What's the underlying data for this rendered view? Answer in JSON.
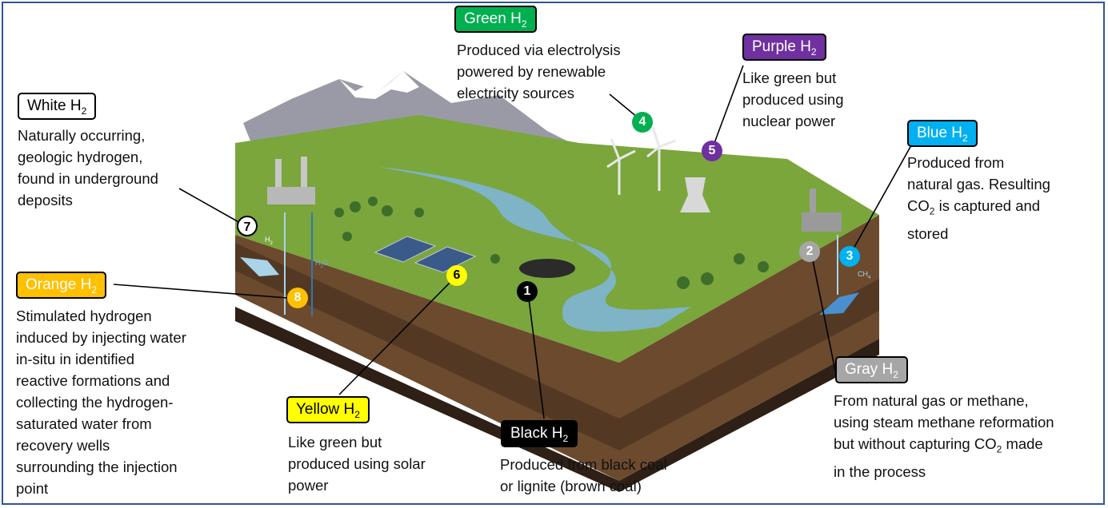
{
  "colors": {
    "white": "#ffffff",
    "green": "#00b050",
    "purple": "#7030a0",
    "blue": "#00b0f0",
    "orange": "#ffc000",
    "yellow": "#ffff00",
    "black": "#000000",
    "gray": "#a6a6a6"
  },
  "types": {
    "white": {
      "label": "White H",
      "sub": "2",
      "desc": [
        "Naturally occurring,",
        "geologic hydrogen,",
        "found in underground",
        "deposits"
      ],
      "number": "7"
    },
    "green": {
      "label": "Green H",
      "sub": "2",
      "desc": [
        "Produced via electrolysis",
        "powered by renewable",
        "electricity sources"
      ],
      "number": "4"
    },
    "purple": {
      "label": "Purple H",
      "sub": "2",
      "desc": [
        "Like green but",
        "produced using",
        "nuclear power"
      ],
      "number": "5"
    },
    "blue": {
      "label": "Blue H",
      "sub": "2",
      "desc": [
        "Produced from",
        "natural gas. Resulting",
        "is captured and",
        "stored"
      ],
      "desc_co2": "CO",
      "desc_co2_sub": "2",
      "number": "3"
    },
    "orange": {
      "label": "Orange H",
      "sub": "2",
      "desc": [
        "Stimulated hydrogen",
        "induced by injecting water",
        "in-situ in identified",
        "reactive formations and",
        "collecting the hydrogen-",
        "saturated water from",
        "recovery wells",
        "surrounding the injection",
        "point"
      ],
      "number": "8"
    },
    "yellow": {
      "label": "Yellow H",
      "sub": "2",
      "desc": [
        "Like green but",
        "produced using solar",
        "power"
      ],
      "number": "6"
    },
    "black": {
      "label": "Black H",
      "sub": "2",
      "desc": [
        "Produced from black coal",
        "or lignite (brown coal)"
      ],
      "number": "1"
    },
    "gray": {
      "label": "Gray H",
      "sub": "2",
      "desc": [
        "From natural gas or methane,",
        "using steam methane reformation",
        "but without capturing CO",
        "made",
        "in the process"
      ],
      "desc_sub": "2",
      "number": "2"
    }
  },
  "scene_labels": {
    "h2": "H",
    "h2_sub": "2",
    "h2o": "H",
    "h2o_sub": "2",
    "h2o_o": "O",
    "ch4": "CH",
    "ch4_sub": "4"
  }
}
